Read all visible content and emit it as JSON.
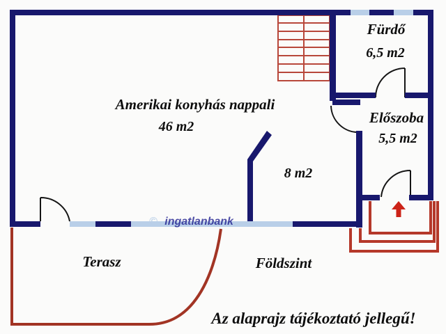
{
  "plan": {
    "floor_label": "Földszint",
    "disclaimer": "Az alaprajz tájékoztató jellegű!",
    "watermark": {
      "symbol": "©",
      "text": "ingatlanbank"
    },
    "rooms": {
      "living": {
        "name": "Amerikai konyhás nappali",
        "area": "46 m2"
      },
      "bathroom": {
        "name": "Fürdő",
        "area": "6,5 m2"
      },
      "hallway": {
        "name": "Előszoba",
        "area": "5,5 m2"
      },
      "room8": {
        "name": "",
        "area": "8 m2"
      },
      "terrace": {
        "name": "Terasz",
        "area": ""
      }
    }
  },
  "colors": {
    "wall": "#18186d",
    "window": "#b9cfe8",
    "stairs": "#b8473a",
    "terrace": "#a23424",
    "steps": "#b5382a",
    "arrow": "#cc2318",
    "watermark": "#1c1c8e"
  }
}
